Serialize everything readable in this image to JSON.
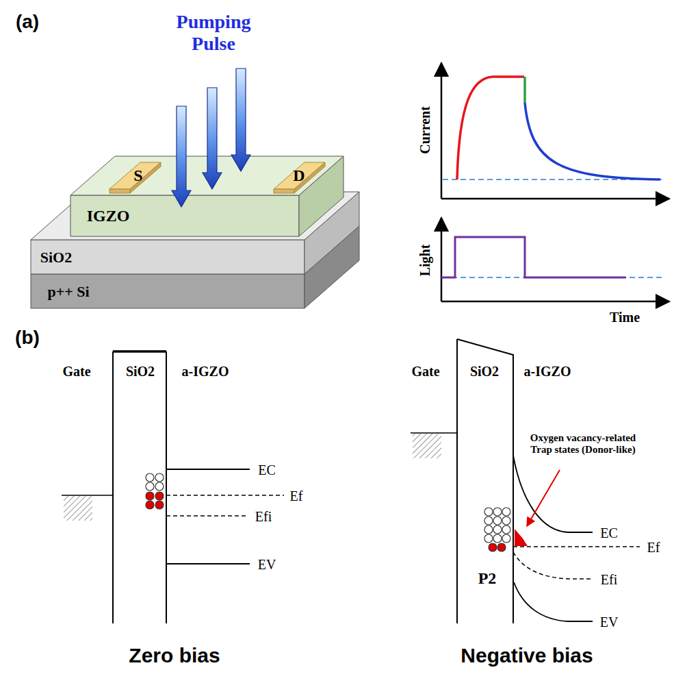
{
  "diagram": {
    "labels": [
      "(a)",
      "Pumping Pulse",
      "S",
      "D",
      "IGZO",
      "SiO2",
      "p++ Si",
      "Current",
      "Light",
      "Time",
      "(b)",
      "Gate",
      "SiO2",
      "a-IGZO",
      "EC",
      "Ef",
      "Efi",
      "EV",
      "Gate",
      "SiO2",
      "a-IGZO",
      "Oxygen vacancy-related Trap states (Donor-like)",
      "EC",
      "Ef",
      "Efi",
      "EV",
      "P2",
      "Zero bias",
      "Negative bias"
    ]
  }
}
